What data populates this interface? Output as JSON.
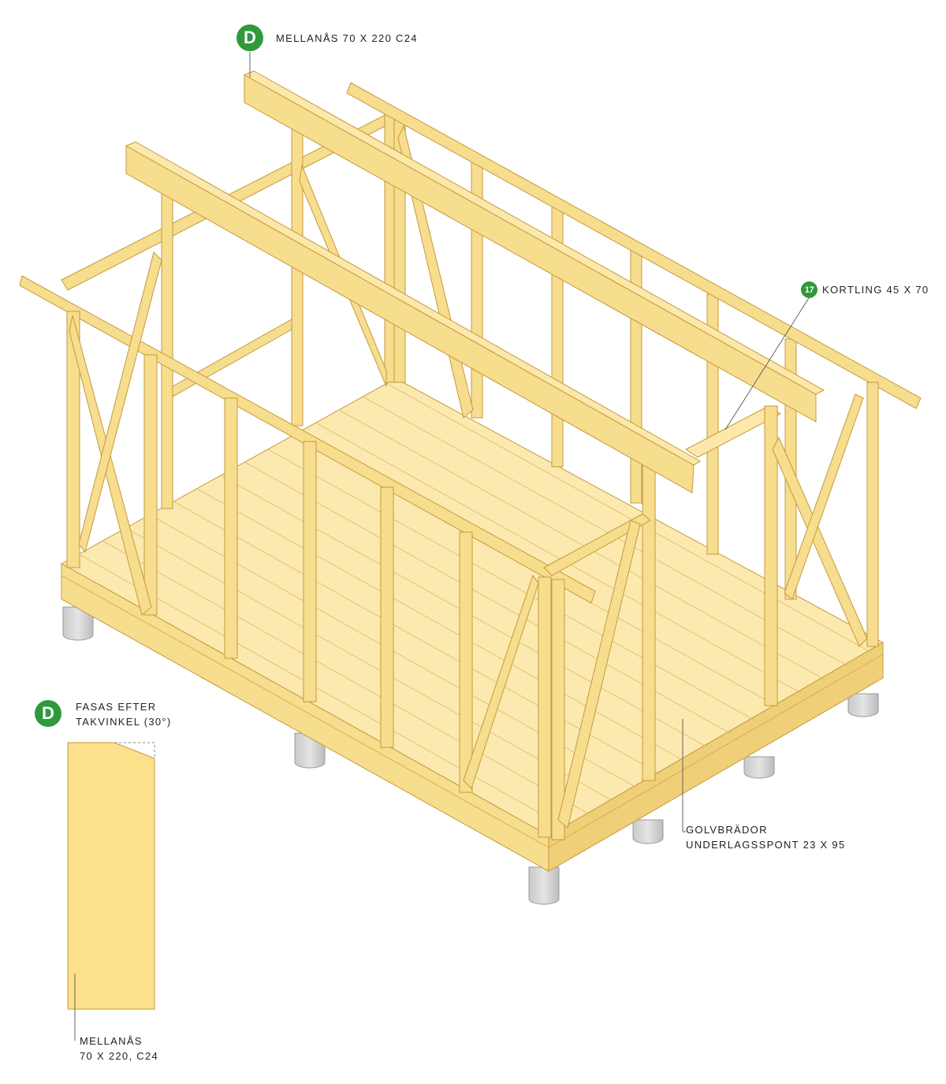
{
  "callouts": {
    "mellanas": {
      "badge": "D",
      "text": "MELLANÅS 70 X 220 C24"
    },
    "kortling": {
      "badge": "17",
      "text": "KORTLING 45 X 70"
    },
    "golv": {
      "line1": "GOLVBRÄDOR",
      "line2": "UNDERLAGSSPONT 23 X 95"
    }
  },
  "detail": {
    "badge": "D",
    "line1": "FASAS EFTER",
    "line2": "TAKVINKEL (30°)",
    "part_line1": "MELLANÅS",
    "part_line2": "70 X 220, C24"
  },
  "colors": {
    "wood": "#f7dd8e",
    "wood_light": "#fbe8aa",
    "wood_dark": "#e8c66a",
    "floor": "#fbe9b0",
    "outline": "#c59a3a",
    "concrete": "#d6d6d6",
    "badge_green": "#2f9a3c"
  }
}
